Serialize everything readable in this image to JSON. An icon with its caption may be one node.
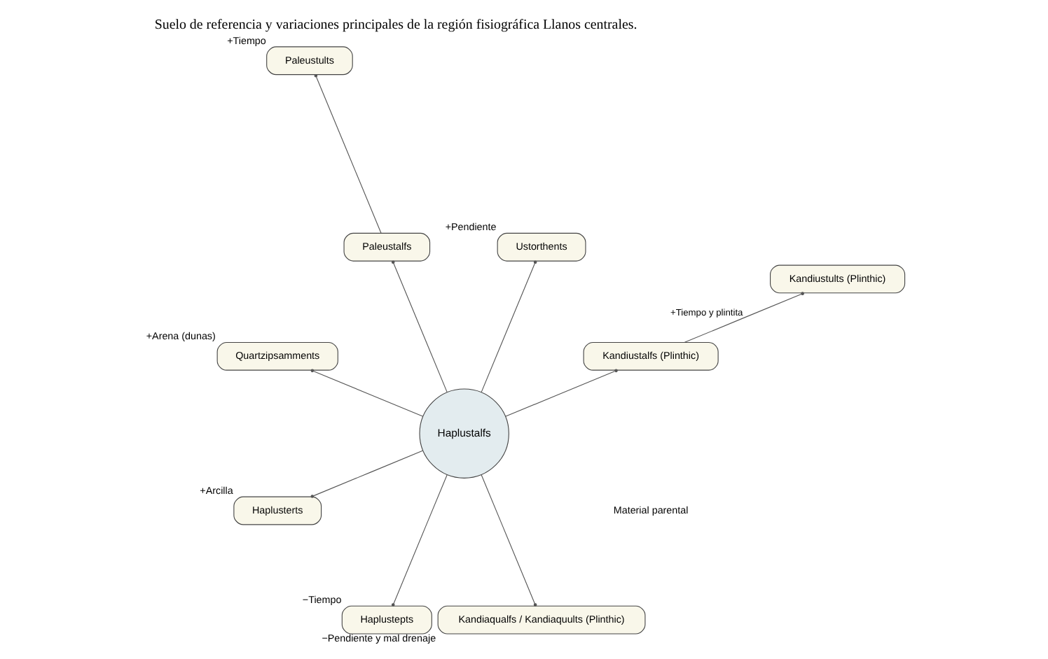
{
  "diagram": {
    "title": "Suelo de referencia y variaciones principales de la región fisiográfica Llanos centrales.",
    "nodes": [
      {
        "text": [
          "Kandiustults (Plinthic)"
        ]
      },
      {
        "text": [
          "Kandiustalfs (Plinthic)"
        ]
      },
      {
        "text": [
          "Paleustults"
        ],
        "beside": [
          "+Tiempo"
        ]
      },
      {
        "text": [
          "Ustorthents"
        ],
        "beside": [
          "+Pendiente"
        ]
      },
      {
        "text": [
          "Paleustalfs"
        ]
      },
      {
        "text": [
          "Quartzipsamments"
        ],
        "beside": [
          "+Arena (dunas)"
        ]
      },
      {
        "text": [
          "Haplustalfs"
        ]
      },
      {
        "text": [
          "Haplusterts"
        ],
        "beside": [
          "+Arcilla"
        ]
      },
      {
        "text": [
          "Haplustepts"
        ],
        "beside": [
          "−Tiempo"
        ]
      },
      {
        "text": [
          "Kandiaqualfs / Kandiaquults (Plinthic)"
        ],
        "beside": [
          "−Pendiente y mal drenaje"
        ]
      }
    ],
    "edges": [
      {
        "from": 6,
        "to": 1,
        "arrow": "other"
      },
      {
        "from": 1,
        "to": 0,
        "arrow": "other",
        "label": "+Tiempo y plintita"
      },
      {
        "from": 6,
        "to": 4,
        "arrow": "other"
      },
      {
        "from": 4,
        "to": 2,
        "arrow": "other"
      },
      {
        "from": 6,
        "to": 3,
        "arrow": "other"
      },
      {
        "from": 6,
        "to": 5,
        "arrow": "other"
      },
      {
        "from": 6,
        "to": 7,
        "arrow": "other"
      },
      {
        "from": 6,
        "to": 8,
        "arrow": "other"
      },
      {
        "from": 6,
        "to": 9,
        "arrow": "other"
      }
    ],
    "labels": [
      "Material parental"
    ]
  }
}
